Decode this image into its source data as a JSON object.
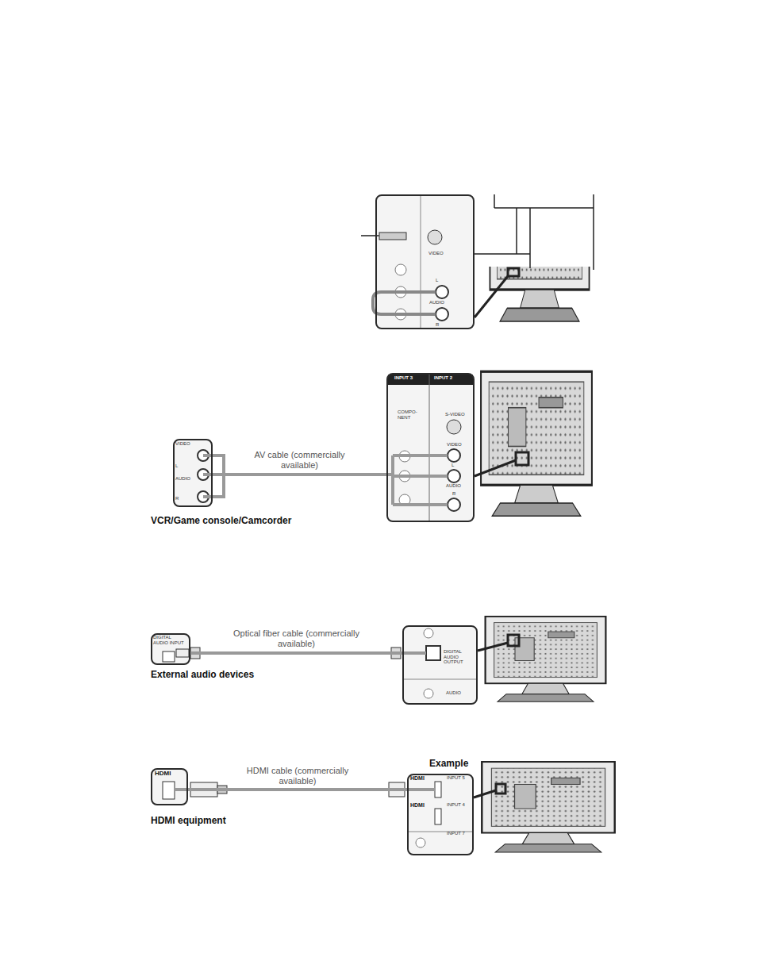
{
  "diagram": {
    "nodes": [
      {
        "text": [
          "VIDEO",
          "L",
          "AUDIO",
          "R"
        ]
      },
      {
        "text": [
          "VIDEO",
          "L",
          "AUDIO",
          "R",
          "VCR/Game console/Camcorder"
        ]
      },
      {
        "text": [
          "INPUT 3",
          "INPUT 2",
          "COMPO- NENT",
          "S-VIDEO",
          "VIDEO",
          "L",
          "AUDIO",
          "R"
        ]
      },
      {
        "text": [
          "DIGITAL AUDIO INPUT",
          "External audio devices"
        ]
      },
      {
        "text": [
          "DIGITAL AUDIO OUTPUT",
          "AUDIO"
        ]
      },
      {
        "text": [
          "HDMI",
          "HDMI equipment"
        ]
      },
      {
        "text": [
          "Example",
          "HDMI",
          "INPUT 5",
          "HDMI",
          "INPUT 4",
          "INPUT 7"
        ]
      }
    ],
    "edges": [
      {
        "from": 1,
        "to": 2,
        "arrow": "none",
        "label": "AV cable (commercially available)"
      },
      {
        "from": 3,
        "to": 4,
        "arrow": "none",
        "label": "Optical fiber cable (commercially available)"
      },
      {
        "from": 5,
        "to": 6,
        "arrow": "none",
        "label": "HDMI cable (commercially available)"
      }
    ]
  }
}
